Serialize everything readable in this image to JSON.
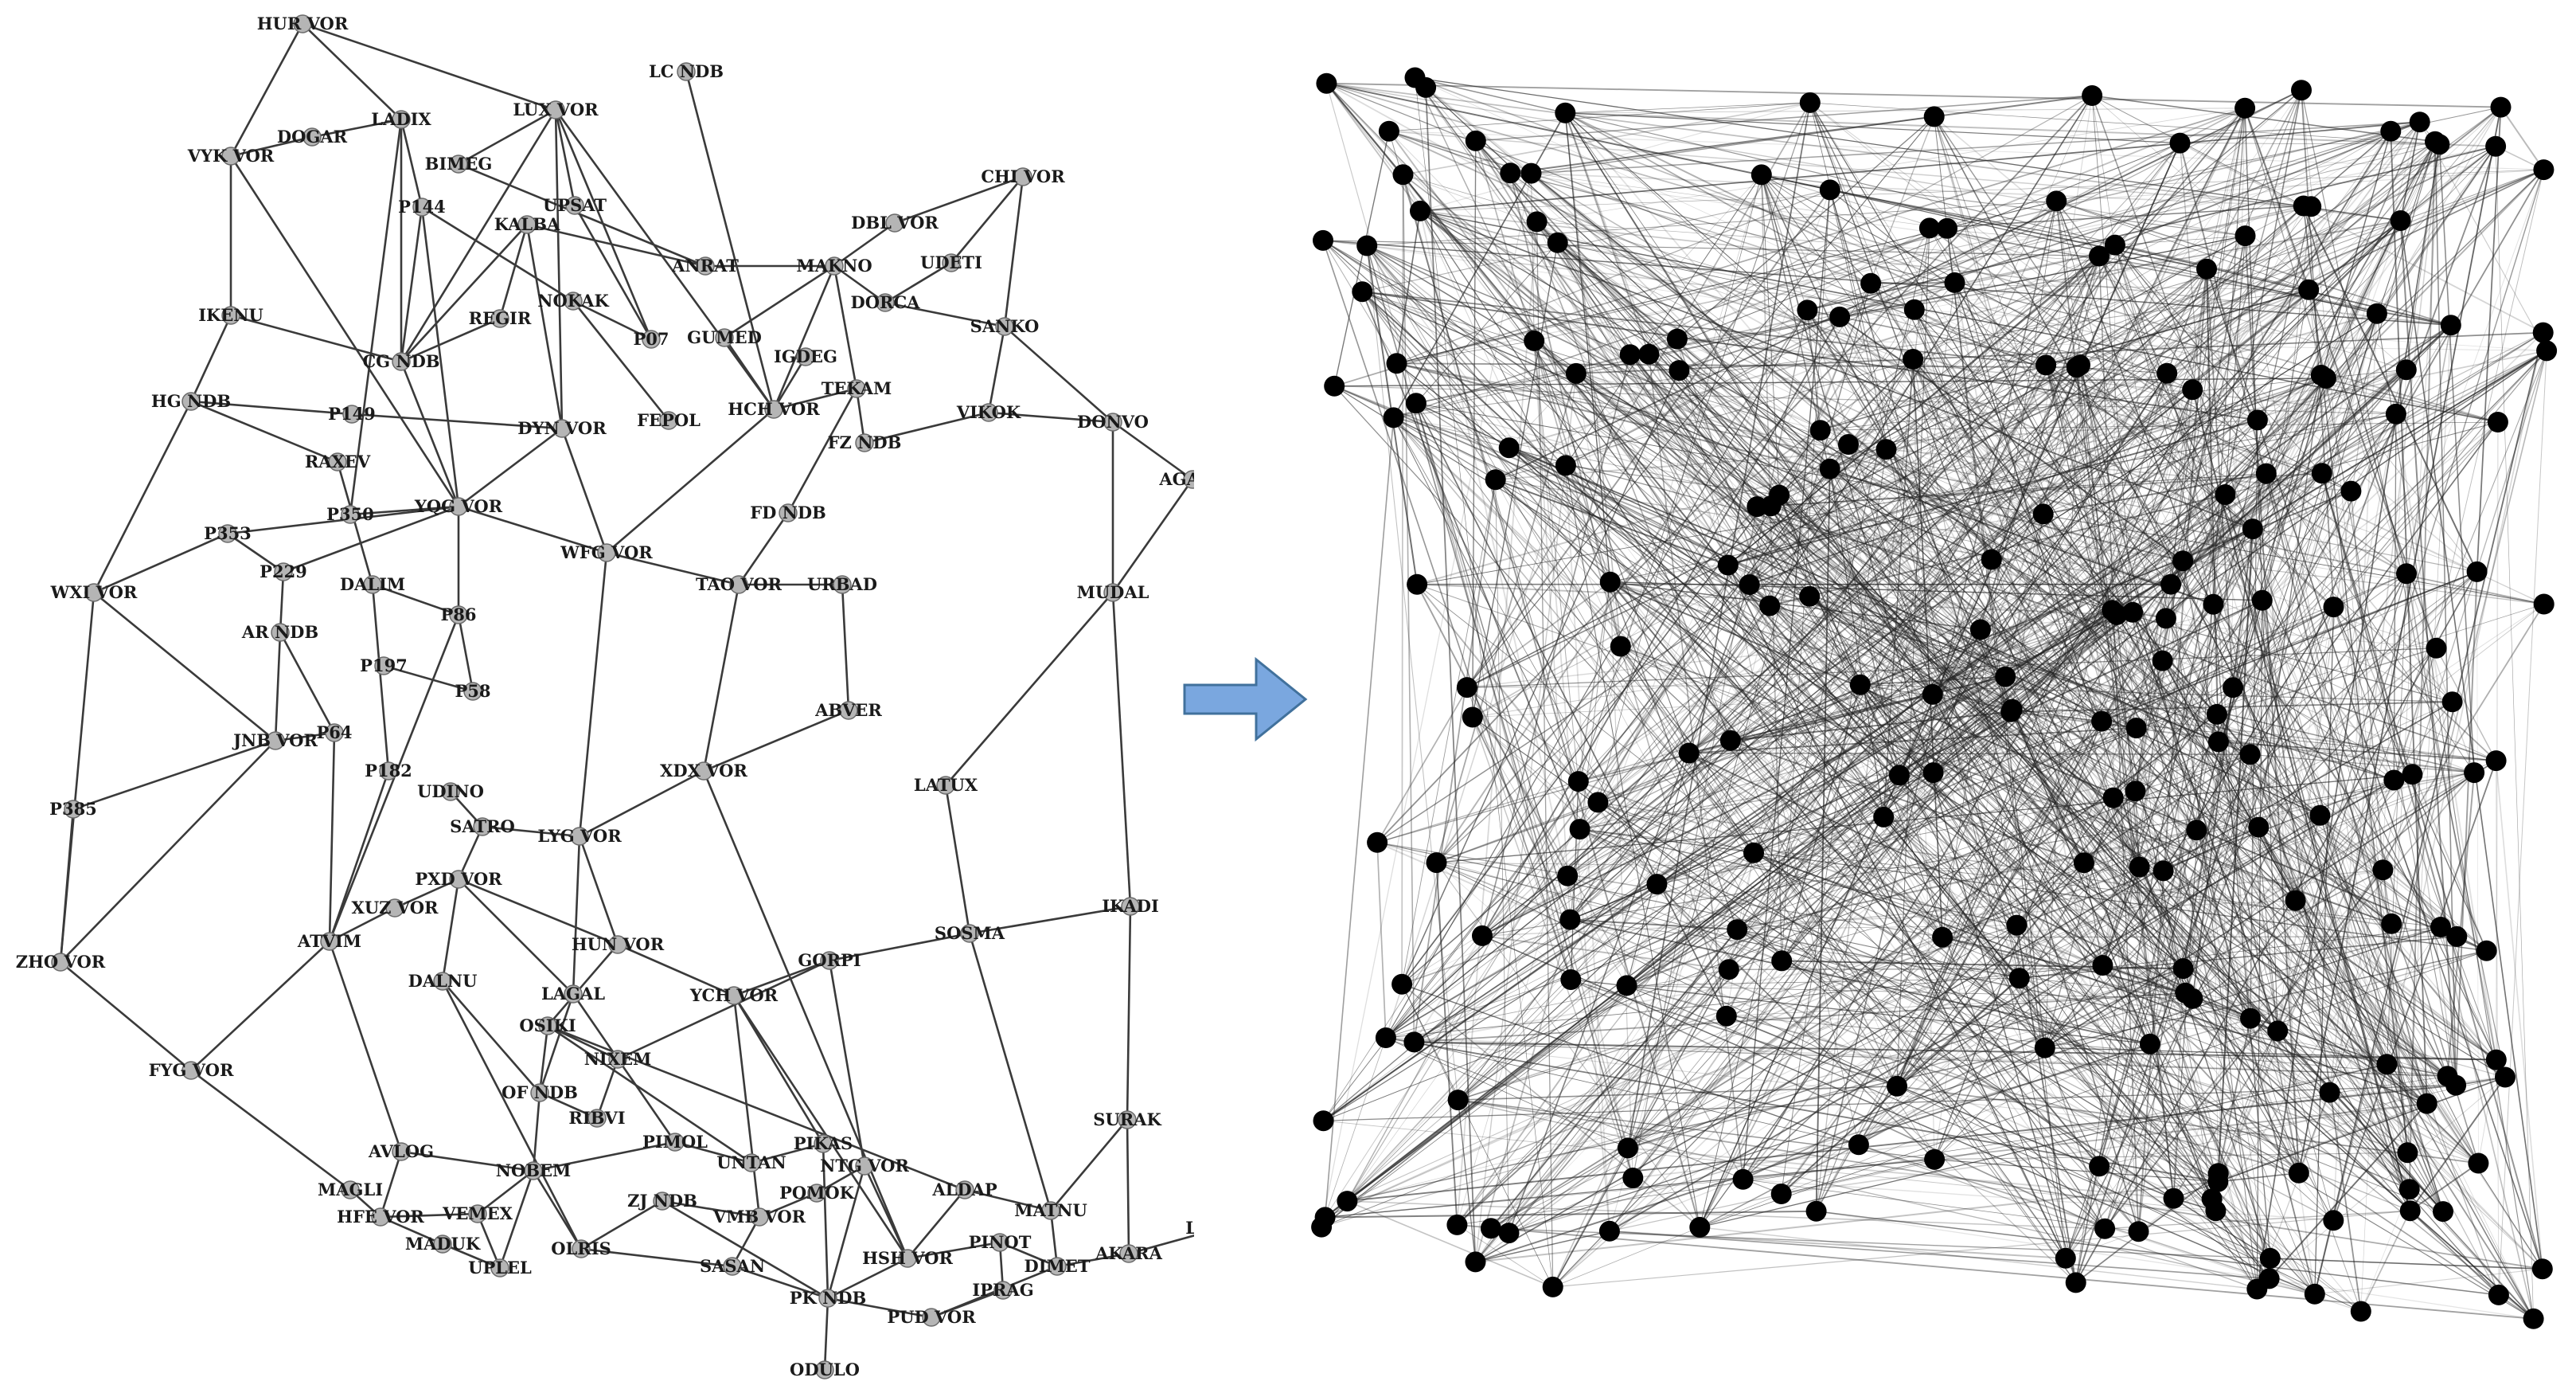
{
  "colors": {
    "left_node_fill": "#b5b5b5",
    "right_node_fill": "#000000",
    "arrow_fill": "#7aa7df"
  },
  "arrow": {
    "icon": "right-arrow-icon"
  },
  "left_graph": {
    "nodes": [
      {
        "id": "HUR VOR",
        "label": "HUR VOR"
      },
      {
        "id": "LC NDB",
        "label": "LC NDB"
      },
      {
        "id": "LUX VOR",
        "label": "LUX VOR"
      },
      {
        "id": "LADIX",
        "label": "LADIX"
      },
      {
        "id": "DOGAR",
        "label": "DOGAR"
      },
      {
        "id": "VYK VOR",
        "label": "VYK VOR"
      },
      {
        "id": "BIMEG",
        "label": "BIMEG"
      },
      {
        "id": "P144",
        "label": "P144"
      },
      {
        "id": "UPSAT",
        "label": "UPSAT"
      },
      {
        "id": "KALBA",
        "label": "KALBA"
      },
      {
        "id": "CHI VOR",
        "label": "CHI VOR"
      },
      {
        "id": "DBL VOR",
        "label": "DBL VOR"
      },
      {
        "id": "ANRAT",
        "label": "ANRAT"
      },
      {
        "id": "MAKNO",
        "label": "MAKNO"
      },
      {
        "id": "UDETI",
        "label": "UDETI"
      },
      {
        "id": "NOKAK",
        "label": "NOKAK"
      },
      {
        "id": "IKENU",
        "label": "IKENU"
      },
      {
        "id": "REGIR",
        "label": "REGIR"
      },
      {
        "id": "CG NDB",
        "label": "CG NDB"
      },
      {
        "id": "P07",
        "label": "P07"
      },
      {
        "id": "GUMED",
        "label": "GUMED"
      },
      {
        "id": "DORCA",
        "label": "DORCA"
      },
      {
        "id": "SANKO",
        "label": "SANKO"
      },
      {
        "id": "IGDEG",
        "label": "IGDEG"
      },
      {
        "id": "HG NDB",
        "label": "HG NDB"
      },
      {
        "id": "P149",
        "label": "P149"
      },
      {
        "id": "TEKAM",
        "label": "TEKAM"
      },
      {
        "id": "FEPOL",
        "label": "FEPOL"
      },
      {
        "id": "HCH VOR",
        "label": "HCH VOR"
      },
      {
        "id": "VIKOK",
        "label": "VIKOK"
      },
      {
        "id": "DONVO",
        "label": "DONVO"
      },
      {
        "id": "DYN VOR",
        "label": "DYN VOR"
      },
      {
        "id": "FZ NDB",
        "label": "FZ NDB"
      },
      {
        "id": "RAXEV",
        "label": "RAXEV"
      },
      {
        "id": "AGAVO",
        "label": "AGAVO"
      },
      {
        "id": "P350",
        "label": "P350"
      },
      {
        "id": "YQG VOR",
        "label": "YQG VOR"
      },
      {
        "id": "FD NDB",
        "label": "FD NDB"
      },
      {
        "id": "P353",
        "label": "P353"
      },
      {
        "id": "WFG VOR",
        "label": "WFG VOR"
      },
      {
        "id": "P229",
        "label": "P229"
      },
      {
        "id": "WXI VOR",
        "label": "WXI VOR"
      },
      {
        "id": "DALIM",
        "label": "DALIM"
      },
      {
        "id": "TAO VOR",
        "label": "TAO VOR"
      },
      {
        "id": "URBAD",
        "label": "URBAD"
      },
      {
        "id": "MUDAL",
        "label": "MUDAL"
      },
      {
        "id": "P86",
        "label": "P86"
      },
      {
        "id": "AR NDB",
        "label": "AR NDB"
      },
      {
        "id": "P197",
        "label": "P197"
      },
      {
        "id": "P58",
        "label": "P58"
      },
      {
        "id": "ABVER",
        "label": "ABVER"
      },
      {
        "id": "JNB VOR",
        "label": "JNB VOR"
      },
      {
        "id": "P64",
        "label": "P64"
      },
      {
        "id": "XDX VOR",
        "label": "XDX VOR"
      },
      {
        "id": "P182",
        "label": "P182"
      },
      {
        "id": "LATUX",
        "label": "LATUX"
      },
      {
        "id": "UDINO",
        "label": "UDINO"
      },
      {
        "id": "P385",
        "label": "P385"
      },
      {
        "id": "SATRO",
        "label": "SATRO"
      },
      {
        "id": "LYG VOR",
        "label": "LYG VOR"
      },
      {
        "id": "PXD VOR",
        "label": "PXD VOR"
      },
      {
        "id": "XUZ VOR",
        "label": "XUZ VOR"
      },
      {
        "id": "ATVIM",
        "label": "ATVIM"
      },
      {
        "id": "HUN VOR",
        "label": "HUN VOR"
      },
      {
        "id": "IKADI",
        "label": "IKADI"
      },
      {
        "id": "SOSMA",
        "label": "SOSMA"
      },
      {
        "id": "ZHO VOR",
        "label": "ZHO VOR"
      },
      {
        "id": "GORPI",
        "label": "GORPI"
      },
      {
        "id": "DALNU",
        "label": "DALNU"
      },
      {
        "id": "LAGAL",
        "label": "LAGAL"
      },
      {
        "id": "YCH VOR",
        "label": "YCH VOR"
      },
      {
        "id": "OSIKI",
        "label": "OSIKI"
      },
      {
        "id": "NIXEM",
        "label": "NIXEM"
      },
      {
        "id": "FYG VOR",
        "label": "FYG VOR"
      },
      {
        "id": "OF NDB",
        "label": "OF NDB"
      },
      {
        "id": "RIBVI",
        "label": "RIBVI"
      },
      {
        "id": "SURAK",
        "label": "SURAK"
      },
      {
        "id": "AVLOG",
        "label": "AVLOG"
      },
      {
        "id": "PIMOL",
        "label": "PIMOL"
      },
      {
        "id": "PIKAS",
        "label": "PIKAS"
      },
      {
        "id": "NOBEM",
        "label": "NOBEM"
      },
      {
        "id": "UNTAN",
        "label": "UNTAN"
      },
      {
        "id": "NTG VOR",
        "label": "NTG VOR"
      },
      {
        "id": "MAGLI",
        "label": "MAGLI"
      },
      {
        "id": "ALDAP",
        "label": "ALDAP"
      },
      {
        "id": "ZJ NDB",
        "label": "ZJ NDB"
      },
      {
        "id": "POMOK",
        "label": "POMOK"
      },
      {
        "id": "MATNU",
        "label": "MATNU"
      },
      {
        "id": "HFE VOR",
        "label": "HFE VOR"
      },
      {
        "id": "VEMEX",
        "label": "VEMEX"
      },
      {
        "id": "VMB VOR",
        "label": "VMB VOR"
      },
      {
        "id": "LAMEN",
        "label": "LAMEN"
      },
      {
        "id": "MADUK",
        "label": "MADUK"
      },
      {
        "id": "PINOT",
        "label": "PINOT"
      },
      {
        "id": "OLRIS",
        "label": "OLRIS"
      },
      {
        "id": "HSH VOR",
        "label": "HSH VOR"
      },
      {
        "id": "AKARA",
        "label": "AKARA"
      },
      {
        "id": "UPLEL",
        "label": "UPLEL"
      },
      {
        "id": "SASAN",
        "label": "SASAN"
      },
      {
        "id": "DIMET",
        "label": "DIMET"
      },
      {
        "id": "IPRAG",
        "label": "IPRAG"
      },
      {
        "id": "PK NDB",
        "label": "PK NDB"
      },
      {
        "id": "PUD VOR",
        "label": "PUD VOR"
      },
      {
        "id": "ODULO",
        "label": "ODULO"
      }
    ],
    "edges": [
      [
        "HUR VOR",
        "VYK VOR"
      ],
      [
        "HUR VOR",
        "LUX VOR"
      ],
      [
        "HUR VOR",
        "LADIX"
      ],
      [
        "LUX VOR",
        "BIMEG"
      ],
      [
        "LUX VOR",
        "UPSAT"
      ],
      [
        "LUX VOR",
        "DYN VOR"
      ],
      [
        "LUX VOR",
        "HCH VOR"
      ],
      [
        "LUX VOR",
        "P07"
      ],
      [
        "LUX VOR",
        "CG NDB"
      ],
      [
        "LC NDB",
        "HCH VOR"
      ],
      [
        "VYK VOR",
        "DOGAR"
      ],
      [
        "DOGAR",
        "LADIX"
      ],
      [
        "VYK VOR",
        "IKENU"
      ],
      [
        "VYK VOR",
        "YQG VOR"
      ],
      [
        "LADIX",
        "CG NDB"
      ],
      [
        "LADIX",
        "P144"
      ],
      [
        "LADIX",
        "P350"
      ],
      [
        "P144",
        "YQG VOR"
      ],
      [
        "P144",
        "CG NDB"
      ],
      [
        "BIMEG",
        "ANRAT"
      ],
      [
        "KALBA",
        "ANRAT"
      ],
      [
        "KALBA",
        "REGIR"
      ],
      [
        "KALBA",
        "CG NDB"
      ],
      [
        "KALBA",
        "DYN VOR"
      ],
      [
        "UPSAT",
        "P07"
      ],
      [
        "P144",
        "NOKAK"
      ],
      [
        "NOKAK",
        "P07"
      ],
      [
        "NOKAK",
        "FEPOL"
      ],
      [
        "ANRAT",
        "MAKNO"
      ],
      [
        "IKENU",
        "CG NDB"
      ],
      [
        "IKENU",
        "HG NDB"
      ],
      [
        "CG NDB",
        "YQG VOR"
      ],
      [
        "REGIR",
        "CG NDB"
      ],
      [
        "MAKNO",
        "DBL VOR"
      ],
      [
        "MAKNO",
        "HCH VOR"
      ],
      [
        "MAKNO",
        "TEKAM"
      ],
      [
        "MAKNO",
        "DORCA"
      ],
      [
        "MAKNO",
        "GUMED"
      ],
      [
        "DBL VOR",
        "CHI VOR"
      ],
      [
        "CHI VOR",
        "UDETI"
      ],
      [
        "CHI VOR",
        "SANKO"
      ],
      [
        "UDETI",
        "DORCA"
      ],
      [
        "DORCA",
        "SANKO"
      ],
      [
        "SANKO",
        "VIKOK"
      ],
      [
        "SANKO",
        "DONVO"
      ],
      [
        "GUMED",
        "HCH VOR"
      ],
      [
        "IGDEG",
        "HCH VOR"
      ],
      [
        "HCH VOR",
        "TEKAM"
      ],
      [
        "HCH VOR",
        "WFG VOR"
      ],
      [
        "TEKAM",
        "FD NDB"
      ],
      [
        "TEKAM",
        "FZ NDB"
      ],
      [
        "FZ NDB",
        "VIKOK"
      ],
      [
        "VIKOK",
        "DONVO"
      ],
      [
        "DONVO",
        "AGAVO"
      ],
      [
        "DONVO",
        "MUDAL"
      ],
      [
        "AGAVO",
        "MUDAL"
      ],
      [
        "HG NDB",
        "P149"
      ],
      [
        "P149",
        "DYN VOR"
      ],
      [
        "HG NDB",
        "WXI VOR"
      ],
      [
        "HG NDB",
        "RAXEV"
      ],
      [
        "RAXEV",
        "DALIM"
      ],
      [
        "P350",
        "YQG VOR"
      ],
      [
        "YQG VOR",
        "DYN VOR"
      ],
      [
        "YQG VOR",
        "P353"
      ],
      [
        "YQG VOR",
        "P86"
      ],
      [
        "YQG VOR",
        "WFG VOR"
      ],
      [
        "P353",
        "WXI VOR"
      ],
      [
        "P353",
        "P229"
      ],
      [
        "P229",
        "YQG VOR"
      ],
      [
        "DYN VOR",
        "WFG VOR"
      ],
      [
        "WFG VOR",
        "TAO VOR"
      ],
      [
        "WFG VOR",
        "LYG VOR"
      ],
      [
        "FD NDB",
        "TAO VOR"
      ],
      [
        "TAO VOR",
        "URBAD"
      ],
      [
        "TAO VOR",
        "XDX VOR"
      ],
      [
        "URBAD",
        "ABVER"
      ],
      [
        "ABVER",
        "XDX VOR"
      ],
      [
        "MUDAL",
        "LATUX"
      ],
      [
        "MUDAL",
        "IKADI"
      ],
      [
        "LATUX",
        "SOSMA"
      ],
      [
        "WXI VOR",
        "JNB VOR"
      ],
      [
        "WXI VOR",
        "ZHO VOR"
      ],
      [
        "AR NDB",
        "JNB VOR"
      ],
      [
        "AR NDB",
        "P64"
      ],
      [
        "P229",
        "AR NDB"
      ],
      [
        "JNB VOR",
        "P64"
      ],
      [
        "JNB VOR",
        "P385"
      ],
      [
        "P385",
        "ZHO VOR"
      ],
      [
        "JNB VOR",
        "ZHO VOR"
      ],
      [
        "DALIM",
        "P86"
      ],
      [
        "DALIM",
        "P182"
      ],
      [
        "P197",
        "P58"
      ],
      [
        "P86",
        "P58"
      ],
      [
        "P182",
        "ATVIM"
      ],
      [
        "P64",
        "ATVIM"
      ],
      [
        "P86",
        "ATVIM"
      ],
      [
        "UDINO",
        "SATRO"
      ],
      [
        "SATRO",
        "PXD VOR"
      ],
      [
        "SATRO",
        "LYG VOR"
      ],
      [
        "LYG VOR",
        "HUN VOR"
      ],
      [
        "LYG VOR",
        "LAGAL"
      ],
      [
        "XDX VOR",
        "LYG VOR"
      ],
      [
        "XDX VOR",
        "HSH VOR"
      ],
      [
        "PXD VOR",
        "XUZ VOR"
      ],
      [
        "PXD VOR",
        "DALNU"
      ],
      [
        "PXD VOR",
        "HUN VOR"
      ],
      [
        "PXD VOR",
        "LAGAL"
      ],
      [
        "XUZ VOR",
        "ATVIM"
      ],
      [
        "ATVIM",
        "FYG VOR"
      ],
      [
        "ATVIM",
        "AVLOG"
      ],
      [
        "ZHO VOR",
        "FYG VOR"
      ],
      [
        "FYG VOR",
        "MAGLI"
      ],
      [
        "HUN VOR",
        "OSIKI"
      ],
      [
        "HUN VOR",
        "YCH VOR"
      ],
      [
        "SOSMA",
        "GORPI"
      ],
      [
        "SOSMA",
        "IKADI"
      ],
      [
        "SOSMA",
        "MATNU"
      ],
      [
        "GORPI",
        "YCH VOR"
      ],
      [
        "GORPI",
        "NIXEM"
      ],
      [
        "GORPI",
        "NTG VOR"
      ],
      [
        "IKADI",
        "SURAK"
      ],
      [
        "DALNU",
        "OF NDB"
      ],
      [
        "DALNU",
        "OLRIS"
      ],
      [
        "LAGAL",
        "OF NDB"
      ],
      [
        "LAGAL",
        "PIMOL"
      ],
      [
        "OSIKI",
        "NIXEM"
      ],
      [
        "OSIKI",
        "OF NDB"
      ],
      [
        "OSIKI",
        "ALDAP"
      ],
      [
        "NIXEM",
        "RIBVI"
      ],
      [
        "YCH VOR",
        "PIKAS"
      ],
      [
        "YCH VOR",
        "VMB VOR"
      ],
      [
        "YCH VOR",
        "HSH VOR"
      ],
      [
        "OF NDB",
        "NOBEM"
      ],
      [
        "OF NDB",
        "RIBVI"
      ],
      [
        "AVLOG",
        "NOBEM"
      ],
      [
        "AVLOG",
        "HFE VOR"
      ],
      [
        "MAGLI",
        "HFE VOR"
      ],
      [
        "NOBEM",
        "PIMOL"
      ],
      [
        "NOBEM",
        "VEMEX"
      ],
      [
        "NOBEM",
        "UPLEL"
      ],
      [
        "NOBEM",
        "OLRIS"
      ],
      [
        "PIMOL",
        "UNTAN"
      ],
      [
        "UNTAN",
        "PIKAS"
      ],
      [
        "PIKAS",
        "PK NDB"
      ],
      [
        "NTG VOR",
        "PK NDB"
      ],
      [
        "NTG VOR",
        "POMOK"
      ],
      [
        "NTG VOR",
        "HSH VOR"
      ],
      [
        "POMOK",
        "VMB VOR"
      ],
      [
        "ZJ NDB",
        "VMB VOR"
      ],
      [
        "ZJ NDB",
        "OLRIS"
      ],
      [
        "ZJ NDB",
        "PK NDB"
      ],
      [
        "VMB VOR",
        "SASAN"
      ],
      [
        "OLRIS",
        "SASAN"
      ],
      [
        "SASAN",
        "PK NDB"
      ],
      [
        "HFE VOR",
        "VEMEX"
      ],
      [
        "HFE VOR",
        "MADUK"
      ],
      [
        "MADUK",
        "UPLEL"
      ],
      [
        "VEMEX",
        "UPLEL"
      ],
      [
        "ALDAP",
        "MATNU"
      ],
      [
        "ALDAP",
        "HSH VOR"
      ],
      [
        "MATNU",
        "SURAK"
      ],
      [
        "MATNU",
        "DIMET"
      ],
      [
        "SURAK",
        "AKARA"
      ],
      [
        "AKARA",
        "LAMEN"
      ],
      [
        "AKARA",
        "DIMET"
      ],
      [
        "HSH VOR",
        "PK NDB"
      ],
      [
        "HSH VOR",
        "PINOT"
      ],
      [
        "PINOT",
        "IPRAG"
      ],
      [
        "PINOT",
        "DIMET"
      ],
      [
        "IPRAG",
        "PUD VOR"
      ],
      [
        "PK NDB",
        "PUD VOR"
      ],
      [
        "PK NDB",
        "ODULO"
      ],
      [
        "PUD VOR",
        "DIMET"
      ],
      [
        "UNTAN",
        "OSIKI"
      ]
    ]
  },
  "right_graph": {
    "node_count": 230,
    "edge_count": 1500,
    "seed": 7
  }
}
